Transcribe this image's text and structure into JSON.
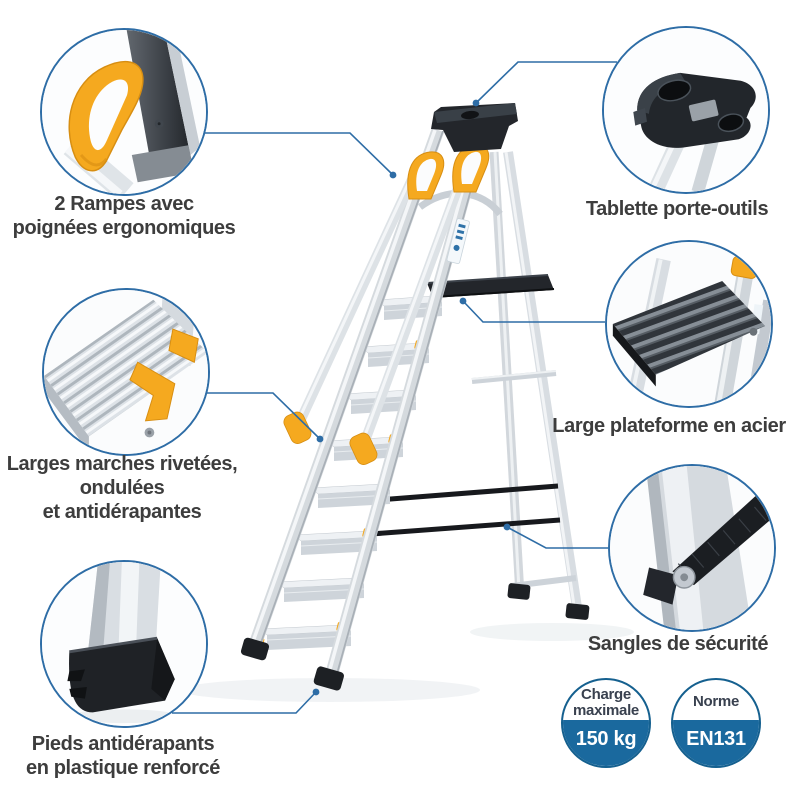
{
  "callouts": {
    "handles": {
      "line1": "2  Rampes avec",
      "line2": "poignées ergonomiques"
    },
    "steps": {
      "line1": "Larges marches rivetées,",
      "line2": "ondulées",
      "line3": "et antidérapantes"
    },
    "feet": {
      "line1": "Pieds antidérapants",
      "line2": "en plastique renforcé"
    },
    "tool_tray": {
      "line1": "Tablette porte-outils"
    },
    "platform": {
      "line1": "Large plateforme en acier"
    },
    "straps": {
      "line1": "Sangles de sécurité"
    }
  },
  "badges": {
    "max_load": {
      "title_line1": "Charge",
      "title_line2": "maximale",
      "value": "150 kg"
    },
    "standard": {
      "title_line1": "Norme",
      "value": "EN131"
    }
  },
  "colors": {
    "accent_blue": "#1a699e",
    "line_blue": "#2e6da6",
    "label_gray": "#3d3d3d",
    "handle_yellow": "#f5a91f"
  }
}
